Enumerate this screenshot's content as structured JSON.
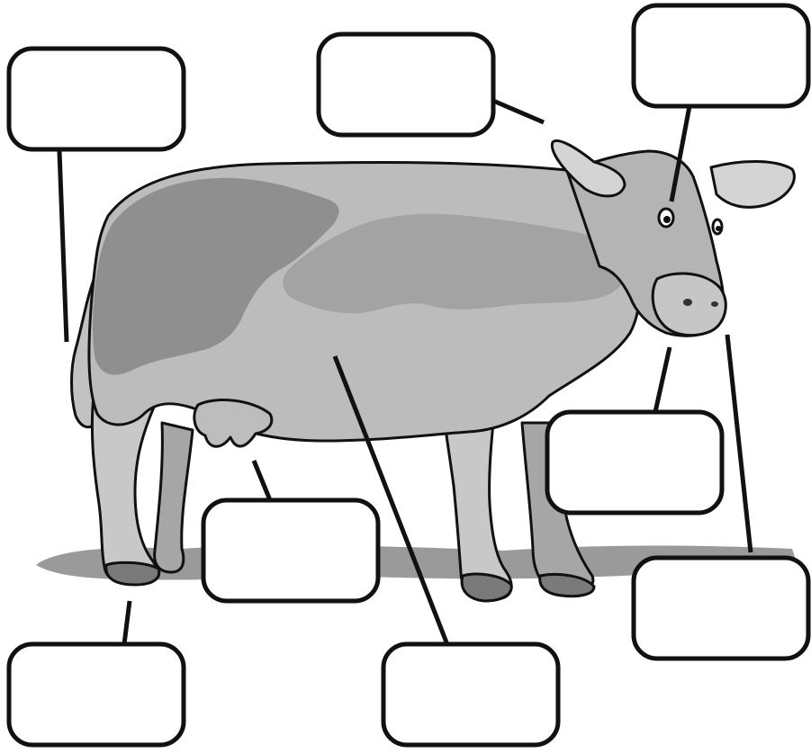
{
  "diagram": {
    "subject": "cow-icon",
    "colors": {
      "outline": "#111111",
      "body": "#b9b9b9",
      "patch": "#8f8f8f",
      "shadow": "#9a9a9a",
      "background": "#ffffff"
    },
    "labels": [
      {
        "id": "tail",
        "text": ""
      },
      {
        "id": "ear",
        "text": ""
      },
      {
        "id": "eye",
        "text": ""
      },
      {
        "id": "mouth",
        "text": ""
      },
      {
        "id": "nose",
        "text": ""
      },
      {
        "id": "udder",
        "text": ""
      },
      {
        "id": "hoof",
        "text": ""
      },
      {
        "id": "body",
        "text": ""
      }
    ]
  }
}
